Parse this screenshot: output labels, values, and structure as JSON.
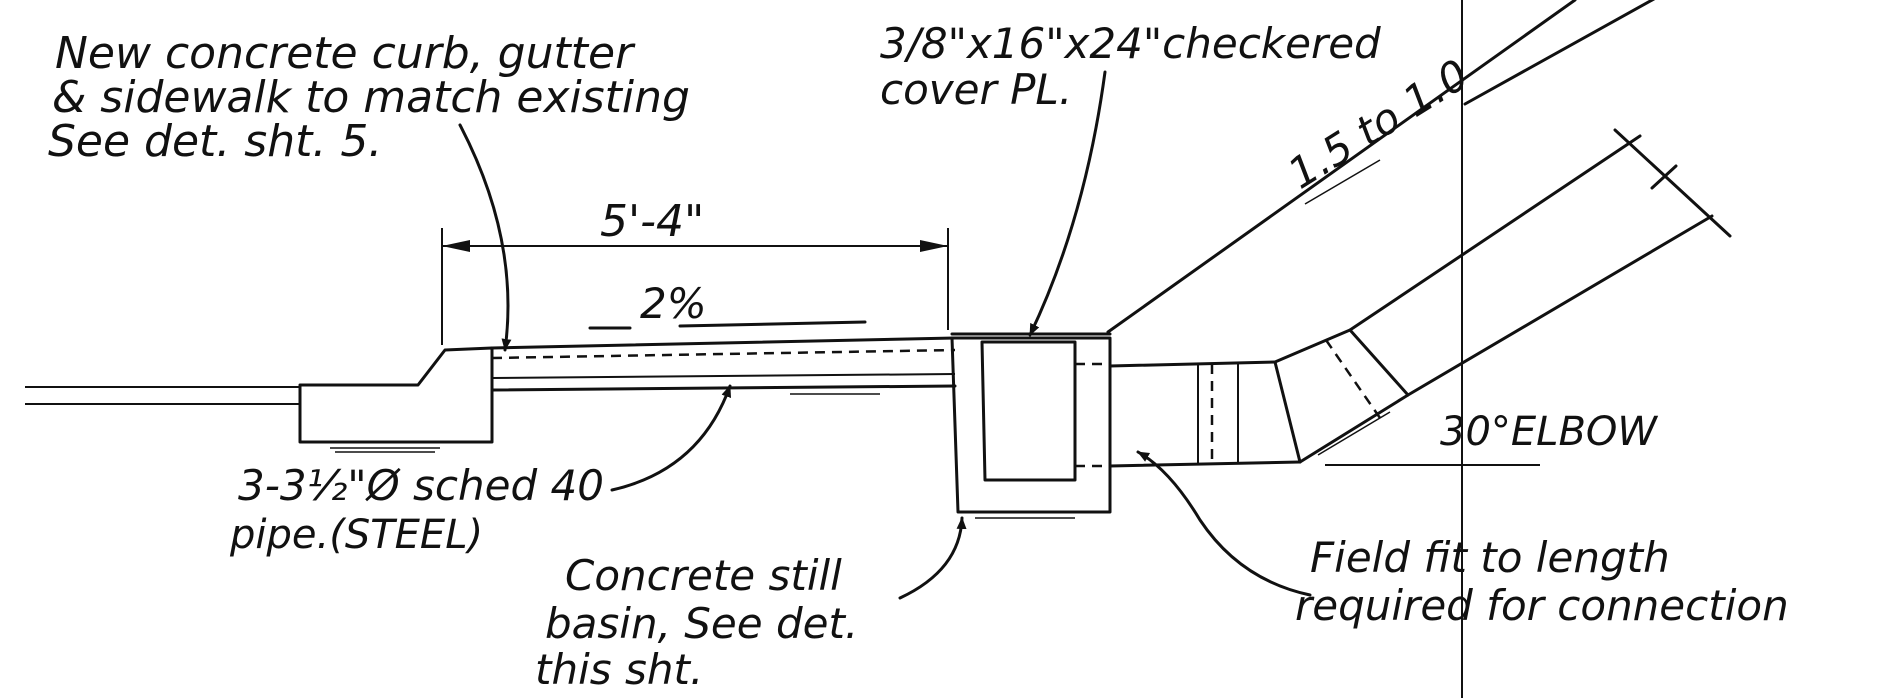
{
  "labels": {
    "curb_line1": "New concrete curb, gutter",
    "curb_line2": "& sidewalk to match existing",
    "curb_line3": "See det. sht. 5.",
    "cover_line1": "3/8\"x16\"x24\"checkered",
    "cover_line2": "cover PL.",
    "slope": "1.5 to 1.0",
    "dimension": "5'-4\"",
    "grade": "2%",
    "elbow": "30°ELBOW",
    "pipe_line1": "3-3½\"Ø sched 40",
    "pipe_line2": "pipe.(STEEL)",
    "basin_line1": "Concrete still",
    "basin_line2": "basin, See det.",
    "basin_line3": "this sht.",
    "field_line1": "Field fit to length",
    "field_line2": "required for connection"
  }
}
